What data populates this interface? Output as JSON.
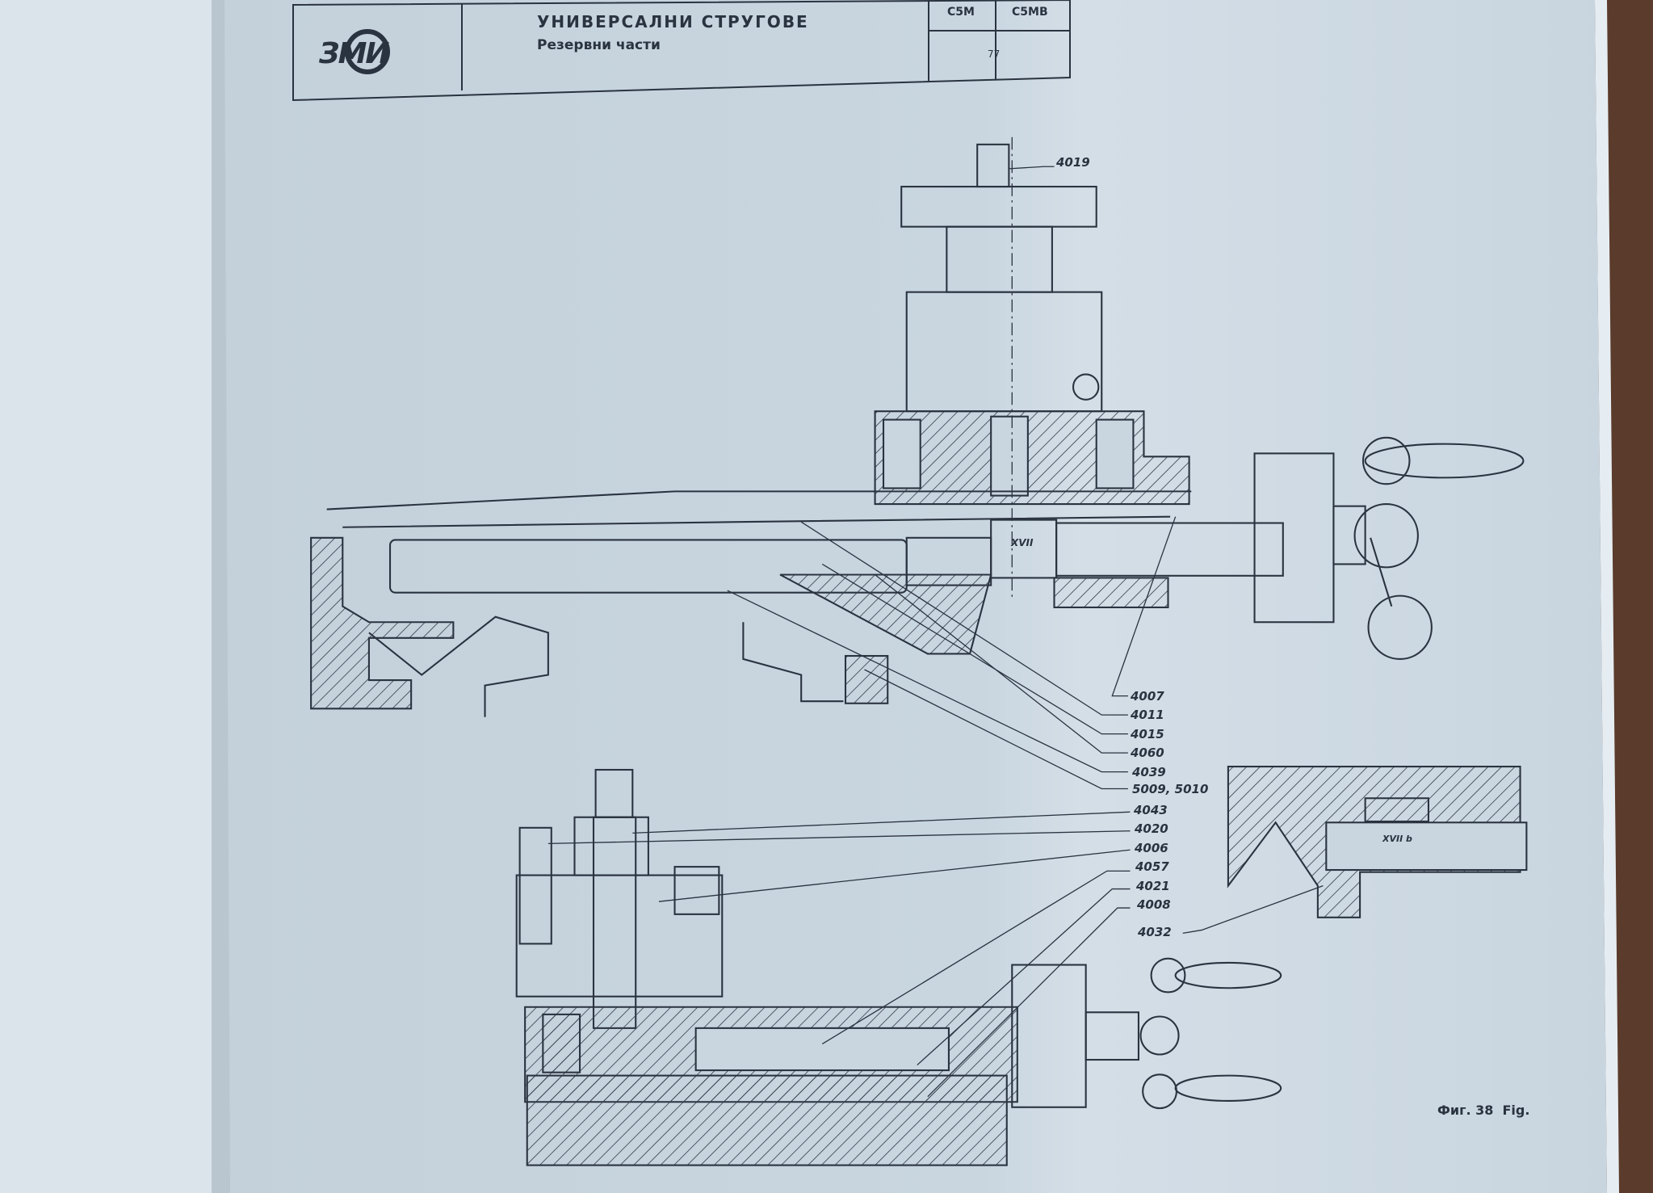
{
  "header": {
    "logo_text": "ЗМИ",
    "title": "УНИВЕРСАЛНИ   СТРУГОВЕ",
    "subtitle": "Резервни части",
    "models": [
      "C5M",
      "C5MB"
    ],
    "page_number": "77"
  },
  "drawing": {
    "section_marks": [
      "XVII",
      "XVII b"
    ],
    "part_labels": {
      "top": "4019",
      "column": [
        "4007",
        "4011",
        "4015",
        "4060",
        "4039",
        "5009, 5010",
        "4043",
        "4020",
        "4006",
        "4057",
        "4021",
        "4008"
      ],
      "detail": "4032"
    }
  },
  "figure_caption": "Фиг. 38  Fig."
}
